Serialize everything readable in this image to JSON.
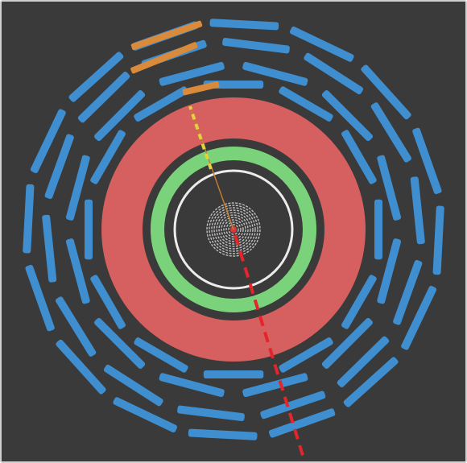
{
  "colors": {
    "background": "#3a3a3a",
    "frame_border": "#cfcfcf",
    "calorimeter_hadronic": "#d65f5f",
    "calorimeter_em": "#7ad37a",
    "solenoid": "#ececec",
    "tracker": "#bdbdbd",
    "vertex": "#d83a3a",
    "muon_chambers": "#3f8fd0",
    "muon_hits": "#d98a3a",
    "jet_track": "#e3d23c",
    "electron_track": "#e2262b",
    "track_thin": "#c97d2e"
  },
  "detector": {
    "layers": [
      "tracker",
      "solenoid",
      "em-calorimeter",
      "hadronic-calorimeter",
      "muon-chambers"
    ],
    "muon_ring_count": 4,
    "muon_hit_count": 3,
    "tracks": [
      "yellow-dashed-track",
      "red-dashed-track"
    ]
  }
}
